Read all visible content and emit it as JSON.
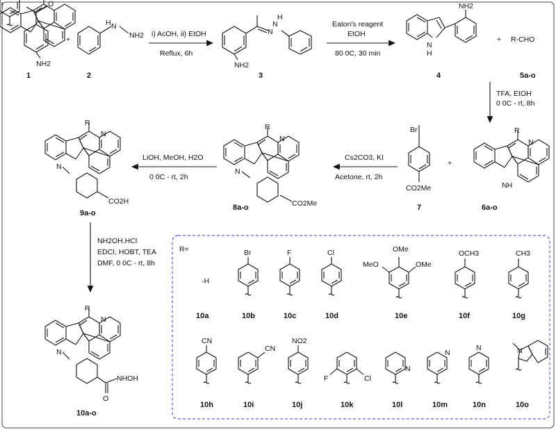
{
  "compounds": {
    "c1": "1",
    "c2": "2",
    "c3": "3",
    "c4": "4",
    "c5": "5a-o",
    "c6": "6a-o",
    "c7": "7",
    "c8": "8a-o",
    "c9": "9a-o",
    "c10": "10a-o"
  },
  "atoms": {
    "nh2": "NH2",
    "nh": "NH",
    "n": "N",
    "h": "H",
    "r": "R",
    "br": "Br",
    "co2h": "CO2H",
    "co2me": "CO2Me",
    "o": "O",
    "nhoh": "NHOH",
    "f": "F",
    "cl": "Cl",
    "ome": "OMe",
    "meo": "MeO",
    "och3": "OCH3",
    "ch3": "CH3",
    "cn": "CN",
    "no2": "NO2",
    "rcho": "R-CHO",
    "plus": "+"
  },
  "steps": {
    "s1_top": "i) AcOH, ii) EtOH",
    "s1_bottom": "Reflux, 6h",
    "s2_top1": "Eaton's reagent",
    "s2_top2": "EtOH",
    "s2_bottom": "80 0C, 30 min",
    "s3_1": "TFA, EtOH",
    "s3_2": "0 0C - rt, 8h",
    "s4_top": "Cs2CO3, KI",
    "s4_bottom": "Acetone, rt, 2h",
    "s5_top": "LiOH, MeOH, H2O",
    "s5_bottom": "0 0C - rt,  2h",
    "s6_1": "NH2OH.HCl",
    "s6_2": "EDCI, HOBT, TEA",
    "s6_3": "DMF,  0 0C - rt, 8h"
  },
  "substituents": {
    "r_eq": "R=",
    "r_h": "-H",
    "labels": [
      "10a",
      "10b",
      "10c",
      "10d",
      "10e",
      "10f",
      "10g",
      "10h",
      "10i",
      "10j",
      "10k",
      "10l",
      "10m",
      "10n",
      "10o"
    ]
  }
}
